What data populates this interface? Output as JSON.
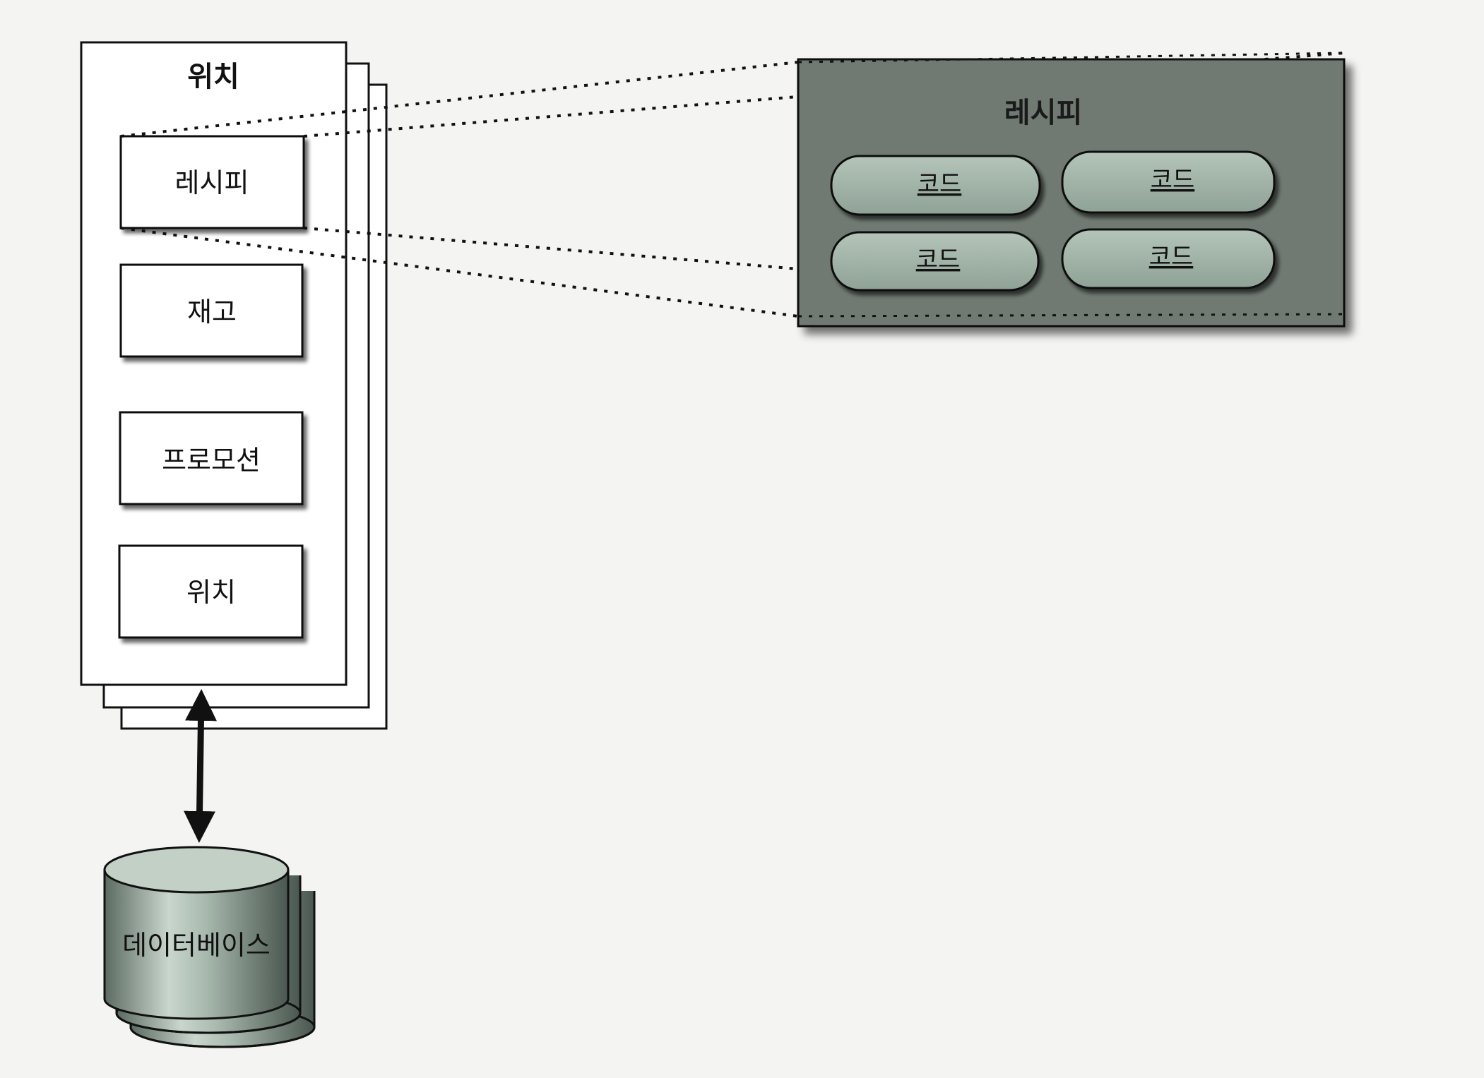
{
  "location_panel": {
    "title": "위치",
    "modules": [
      {
        "label": "레시피"
      },
      {
        "label": "재고"
      },
      {
        "label": "프로모션"
      },
      {
        "label": "위치"
      }
    ]
  },
  "recipe_panel": {
    "title": "레시피",
    "codes": [
      {
        "label": "코드"
      },
      {
        "label": "코드"
      },
      {
        "label": "코드"
      },
      {
        "label": "코드"
      }
    ]
  },
  "database": {
    "label": "데이터베이스"
  },
  "colors": {
    "background": "#f4f4f2",
    "recipe_panel_fill": "#6f7a72",
    "code_pill_fill": "#9fb1a6",
    "ink": "#111111"
  }
}
